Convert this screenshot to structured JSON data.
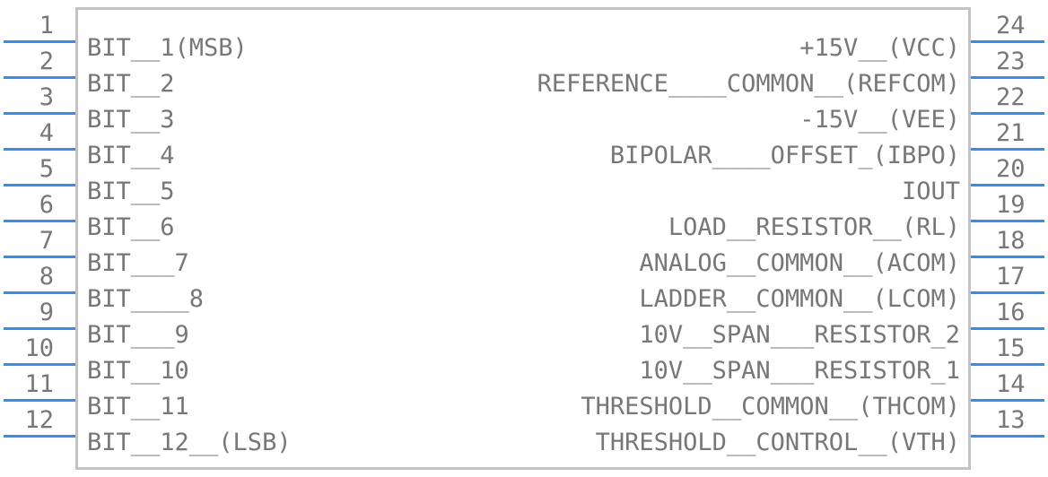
{
  "colors": {
    "pin": "#3c8ce6",
    "outline": "#c3c3c3",
    "text": "#777777"
  },
  "left_pins": [
    {
      "number": "1",
      "label": "BIT__1(MSB)"
    },
    {
      "number": "2",
      "label": "BIT__2"
    },
    {
      "number": "3",
      "label": "BIT__3"
    },
    {
      "number": "4",
      "label": "BIT__4"
    },
    {
      "number": "5",
      "label": "BIT__5"
    },
    {
      "number": "6",
      "label": "BIT__6"
    },
    {
      "number": "7",
      "label": "BIT___7"
    },
    {
      "number": "8",
      "label": "BIT____8"
    },
    {
      "number": "9",
      "label": "BIT___9"
    },
    {
      "number": "10",
      "label": "BIT__10"
    },
    {
      "number": "11",
      "label": "BIT__11"
    },
    {
      "number": "12",
      "label": "BIT__12__(LSB)"
    }
  ],
  "right_pins": [
    {
      "number": "24",
      "label": "+15V__(VCC)"
    },
    {
      "number": "23",
      "label": "REFERENCE____COMMON__(REFCOM)"
    },
    {
      "number": "22",
      "label": "-15V__(VEE)"
    },
    {
      "number": "21",
      "label": "BIPOLAR____OFFSET_(IBPO)"
    },
    {
      "number": "20",
      "label": "IOUT"
    },
    {
      "number": "19",
      "label": "LOAD__RESISTOR__(RL)"
    },
    {
      "number": "18",
      "label": "ANALOG__COMMON__(ACOM)"
    },
    {
      "number": "17",
      "label": "LADDER__COMMON__(LCOM)"
    },
    {
      "number": "16",
      "label": "10V__SPAN___RESISTOR_2"
    },
    {
      "number": "15",
      "label": "10V__SPAN___RESISTOR_1"
    },
    {
      "number": "14",
      "label": "THRESHOLD__COMMON__(THCOM)"
    },
    {
      "number": "13",
      "label": "THRESHOLD__CONTROL__(VTH)"
    }
  ]
}
